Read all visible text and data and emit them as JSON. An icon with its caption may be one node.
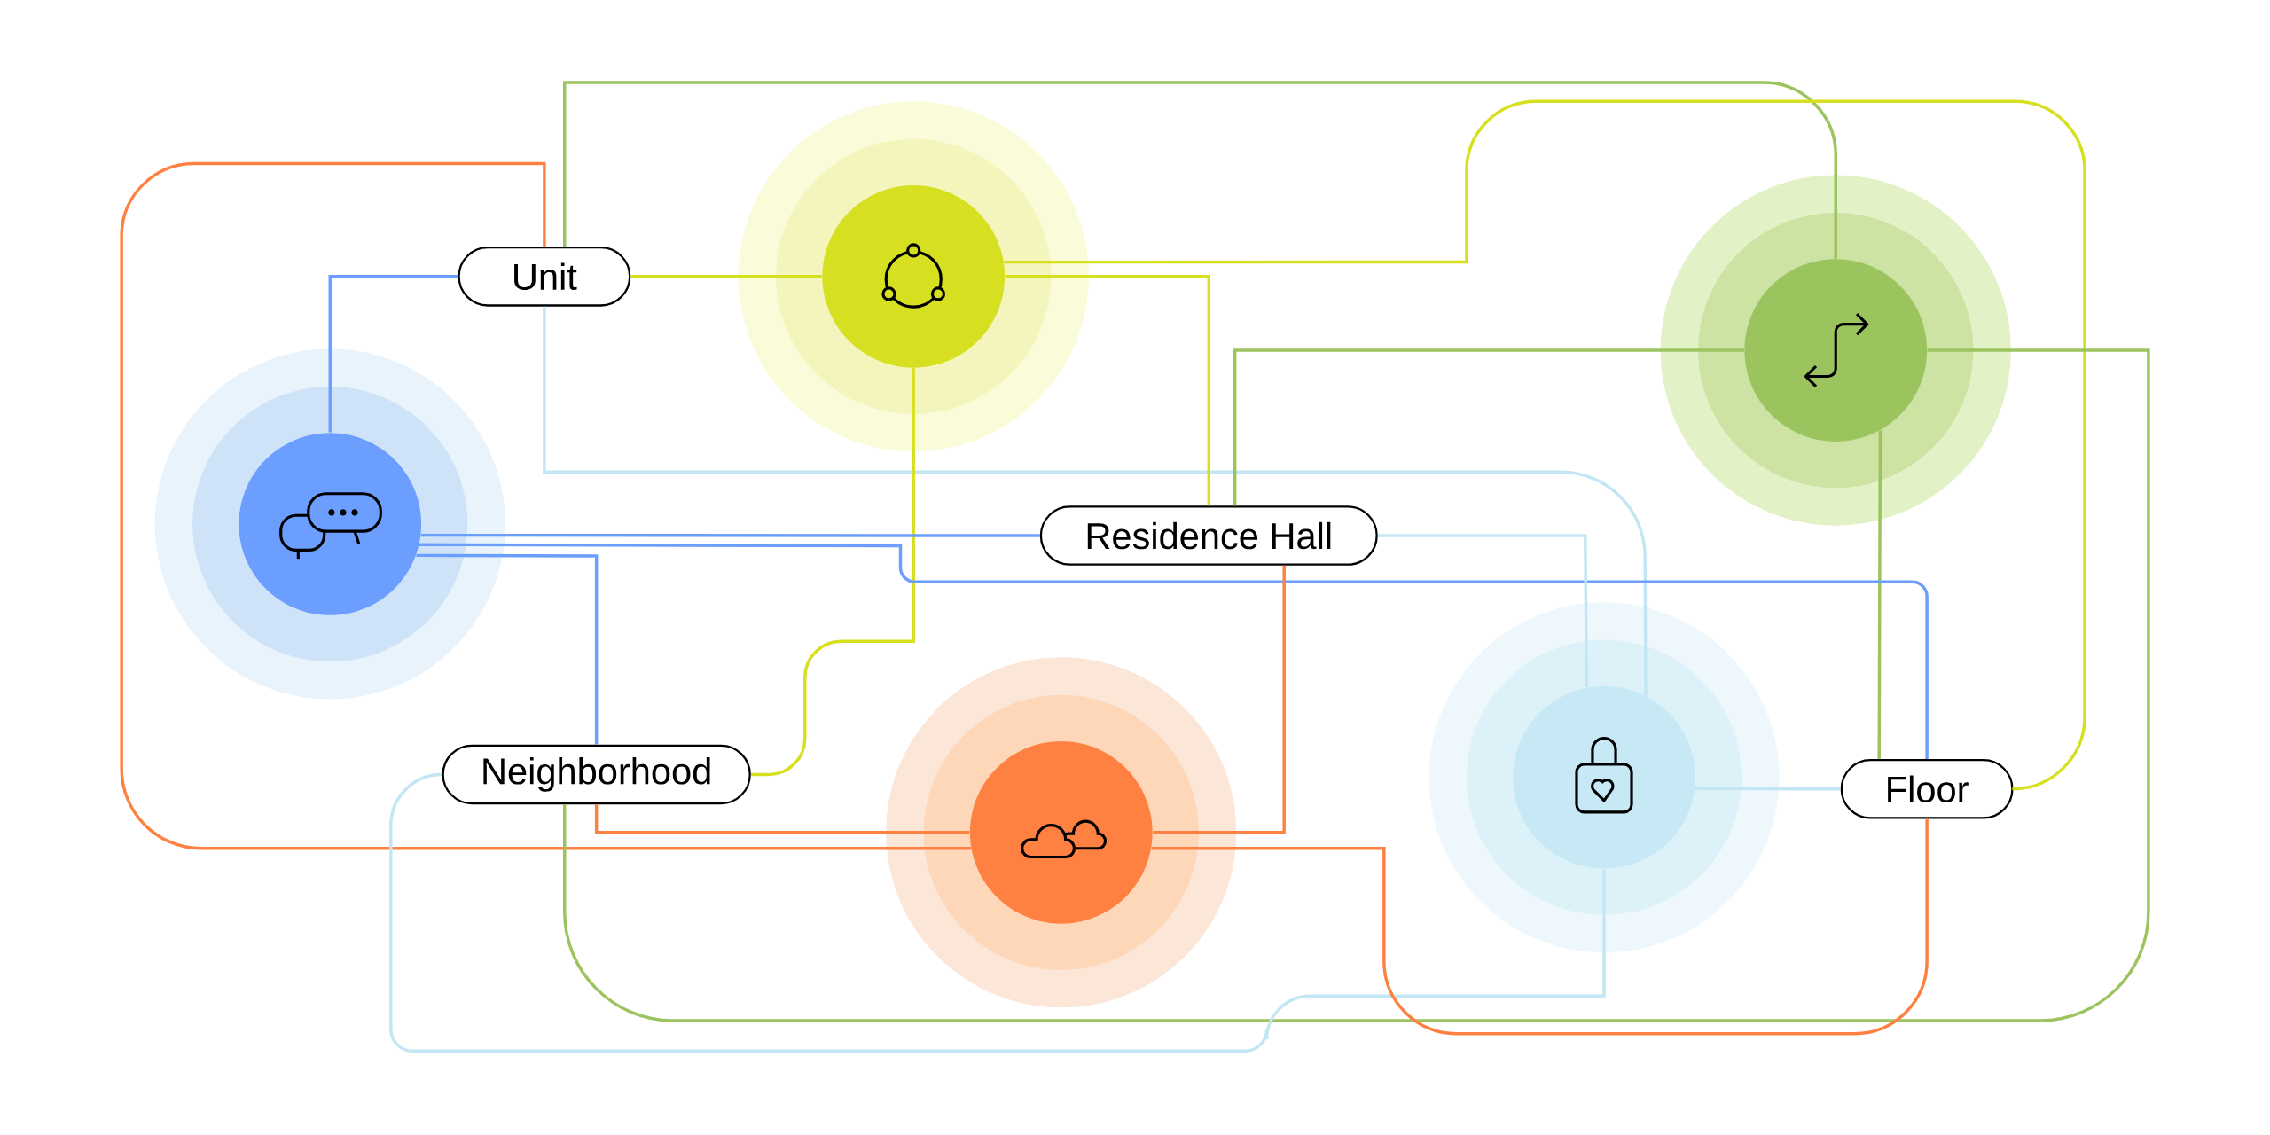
{
  "diagram": {
    "nodes": [
      {
        "text": [
          "Unit"
        ]
      },
      {
        "text": [],
        "shape": "circle"
      },
      {
        "text": [],
        "shape": "circle"
      },
      {
        "text": [],
        "shape": "circle"
      },
      {
        "text": [
          "Residence Hall"
        ]
      },
      {
        "text": [
          "Neighborhood"
        ]
      },
      {
        "text": [],
        "shape": "circle"
      },
      {
        "text": [
          "Floor"
        ]
      },
      {
        "text": [],
        "shape": "circle"
      }
    ],
    "edges": [
      {
        "from": 0,
        "to": 1,
        "arrow": "none",
        "color": "#d6e021"
      },
      {
        "from": 0,
        "to": 2,
        "arrow": "none",
        "color": "#9bc45e"
      },
      {
        "from": 0,
        "to": 8,
        "arrow": "none",
        "color": "#ff8142"
      },
      {
        "from": 3,
        "to": 0,
        "arrow": "none",
        "color": "#6b9eff"
      },
      {
        "from": 0,
        "to": 6,
        "arrow": "none",
        "color": "#c3e6f5"
      },
      {
        "from": 1,
        "to": 7,
        "arrow": "none",
        "color": "#d6e021"
      },
      {
        "from": 1,
        "to": 4,
        "arrow": "none",
        "color": "#d6e021"
      },
      {
        "from": 1,
        "to": 5,
        "arrow": "none",
        "color": "#d6e021"
      },
      {
        "from": 2,
        "to": 4,
        "arrow": "none",
        "color": "#9bc45e"
      },
      {
        "from": 2,
        "to": 7,
        "arrow": "none",
        "color": "#9bc45e"
      },
      {
        "from": 2,
        "to": 5,
        "arrow": "none",
        "color": "#9bc45e"
      },
      {
        "from": 3,
        "to": 4,
        "arrow": "none",
        "color": "#6b9eff"
      },
      {
        "from": 3,
        "to": 7,
        "arrow": "none",
        "color": "#6b9eff"
      },
      {
        "from": 3,
        "to": 5,
        "arrow": "none",
        "color": "#6b9eff"
      },
      {
        "from": 4,
        "to": 6,
        "arrow": "none",
        "color": "#c3e6f5"
      },
      {
        "from": 4,
        "to": 8,
        "arrow": "none",
        "color": "#ff8142"
      },
      {
        "from": 5,
        "to": 8,
        "arrow": "none",
        "color": "#ff8142"
      },
      {
        "from": 6,
        "to": 5,
        "arrow": "none",
        "color": "#c3e6f5"
      },
      {
        "from": 6,
        "to": 7,
        "arrow": "none",
        "color": "#c3e6f5"
      },
      {
        "from": 8,
        "to": 7,
        "arrow": "none",
        "color": "#ff8142"
      }
    ]
  }
}
